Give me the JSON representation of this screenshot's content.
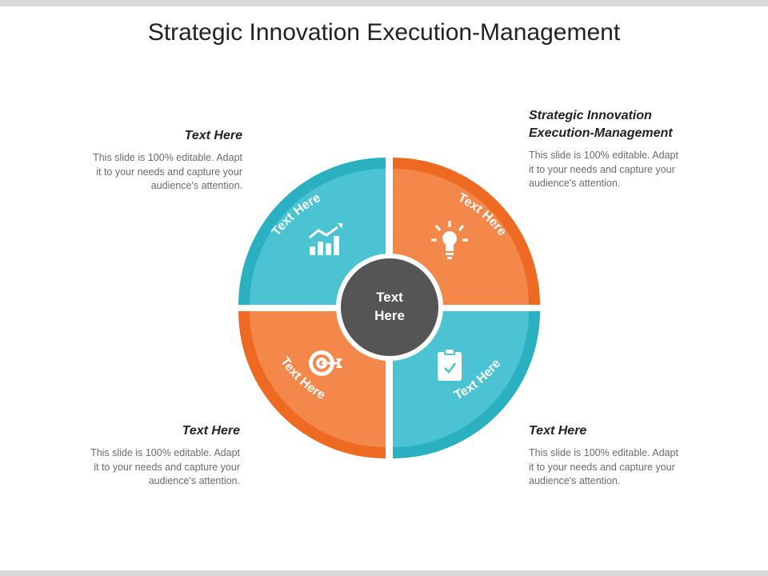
{
  "title": "Strategic Innovation Execution-Management",
  "center": {
    "line1": "Text",
    "line2": "Here"
  },
  "colors": {
    "teal": "#4bc3d3",
    "teal_rim": "#2bb0c2",
    "orange": "#f4884a",
    "orange_rim": "#ee6a22",
    "center": "#555555"
  },
  "quadrants": [
    {
      "position": "top-left",
      "label": "Text Here",
      "icon": "bar-chart-growth-icon",
      "color": "teal"
    },
    {
      "position": "top-right",
      "label": "Text Here",
      "icon": "lightbulb-icon",
      "color": "orange"
    },
    {
      "position": "bottom-left",
      "label": "Text Here",
      "icon": "target-icon",
      "color": "orange"
    },
    {
      "position": "bottom-right",
      "label": "Text Here",
      "icon": "clipboard-check-icon",
      "color": "teal"
    }
  ],
  "blocks": {
    "top_left": {
      "heading": "Text Here",
      "body": [
        "This slide is 100% editable. Adapt",
        "it to your needs and capture your",
        "audience's attention."
      ]
    },
    "top_right": {
      "heading": [
        "Strategic Innovation",
        "Execution-Management"
      ],
      "body": [
        "This slide is 100% editable. Adapt",
        "it to your needs and capture your",
        "audience's attention."
      ]
    },
    "bottom_left": {
      "heading": "Text Here",
      "body": [
        "This slide is 100% editable. Adapt",
        "it to your needs and capture your",
        "audience's attention."
      ]
    },
    "bottom_right": {
      "heading": "Text Here",
      "body": [
        "This slide is 100% editable. Adapt",
        "it to your needs and capture your",
        "audience's attention."
      ]
    }
  }
}
